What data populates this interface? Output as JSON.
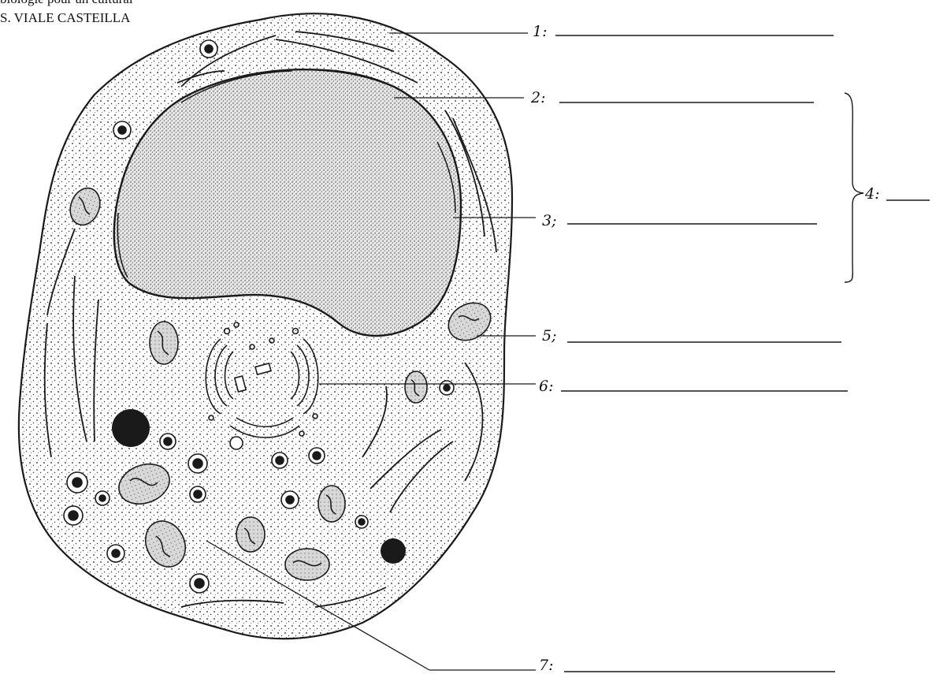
{
  "header": {
    "line1": "biologie pour un cultural",
    "line2": "S. VIALE CASTEILLA"
  },
  "labels": [
    {
      "id": "1",
      "text": "1:"
    },
    {
      "id": "2",
      "text": "2:"
    },
    {
      "id": "3",
      "text": "3;"
    },
    {
      "id": "4",
      "text": "4:"
    },
    {
      "id": "5",
      "text": "5;"
    },
    {
      "id": "6",
      "text": "6:"
    },
    {
      "id": "7",
      "text": "7:"
    }
  ],
  "colors": {
    "ink": "#1a1a1a",
    "stipple": "#2a2a2a",
    "paper": "#ffffff",
    "organelle_fill": "#d9d9d9"
  }
}
